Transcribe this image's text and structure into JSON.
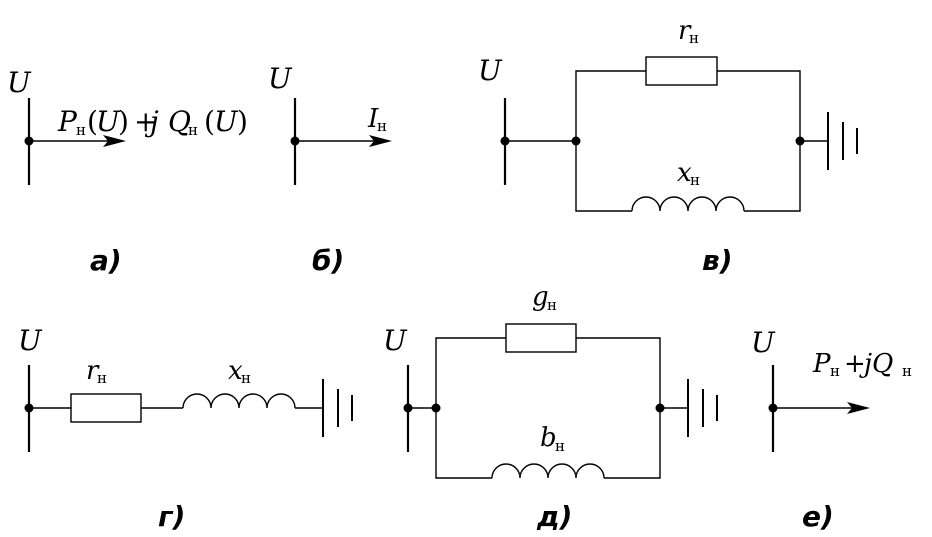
{
  "bus_label": "U",
  "sub_h": "н",
  "panels": {
    "a": {
      "caption": "а)",
      "P": "P",
      "Q": "Q",
      "U_arg": "U",
      "plus": "+",
      "j": "j",
      "open_paren": "(",
      "close_paren": ")"
    },
    "b": {
      "caption": "б)",
      "I": "I"
    },
    "v": {
      "caption": "в)",
      "r": "r",
      "x": "x"
    },
    "g": {
      "caption": "г)",
      "r": "r",
      "x": "x"
    },
    "d": {
      "caption": "д)",
      "g": "g",
      "b": "b"
    },
    "e": {
      "caption": "е)",
      "P": "P",
      "plus": "+",
      "jQ": "jQ"
    }
  }
}
